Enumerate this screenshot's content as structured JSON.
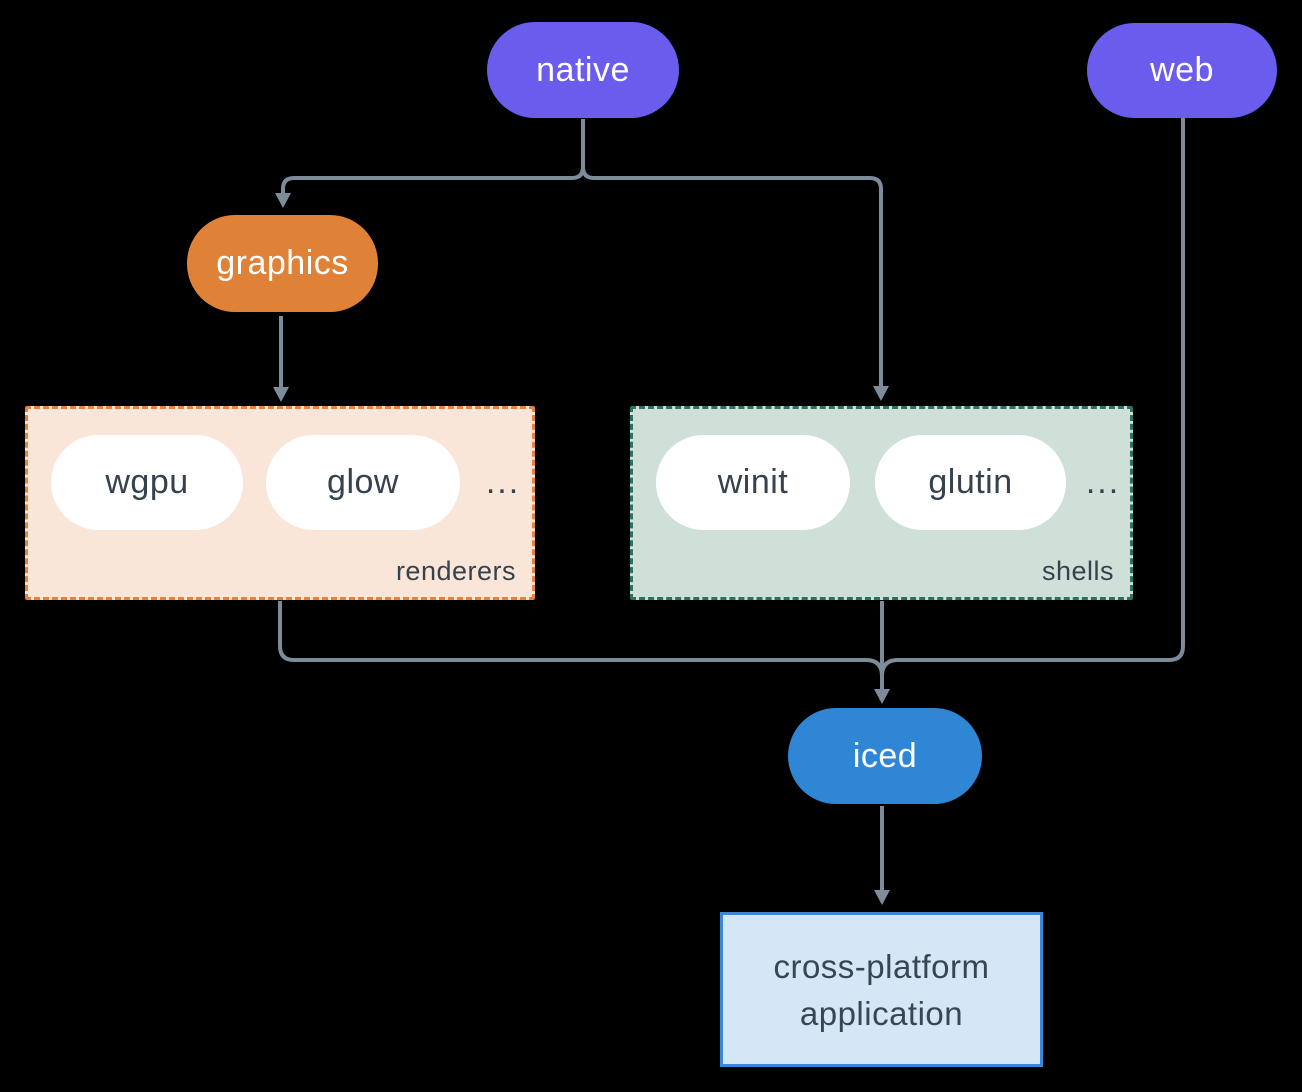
{
  "canvas": {
    "background": "#000000",
    "connector_color": "#7d8c9b",
    "dark_text_color": "#36424e"
  },
  "nodes": {
    "native": {
      "label": "native",
      "fill": "#6a5cec",
      "text_color": "#ffffff"
    },
    "web": {
      "label": "web",
      "fill": "#6a5cec",
      "text_color": "#ffffff"
    },
    "graphics": {
      "label": "graphics",
      "fill": "#e08138",
      "text_color": "#ffffff"
    },
    "iced": {
      "label": "iced",
      "fill": "#2e86d5",
      "text_color": "#ffffff"
    },
    "application": {
      "line1": "cross-platform",
      "line2": "application",
      "fill": "#d5e6f7",
      "border_color": "#3a87d7",
      "text_color": "#374652"
    }
  },
  "groups": {
    "renderers": {
      "label": "renderers",
      "fill": "#fae6d8",
      "border_color": "#e6823b",
      "item_fill": "#ffffff",
      "item_text_color": "#36424e",
      "items": [
        {
          "label": "wgpu"
        },
        {
          "label": "glow"
        }
      ],
      "ellipsis": "..."
    },
    "shells": {
      "label": "shells",
      "fill": "#cfe0d9",
      "border_color": "#2b7263",
      "item_fill": "#ffffff",
      "item_text_color": "#36424e",
      "items": [
        {
          "label": "winit"
        },
        {
          "label": "glutin"
        }
      ],
      "ellipsis": "..."
    }
  }
}
